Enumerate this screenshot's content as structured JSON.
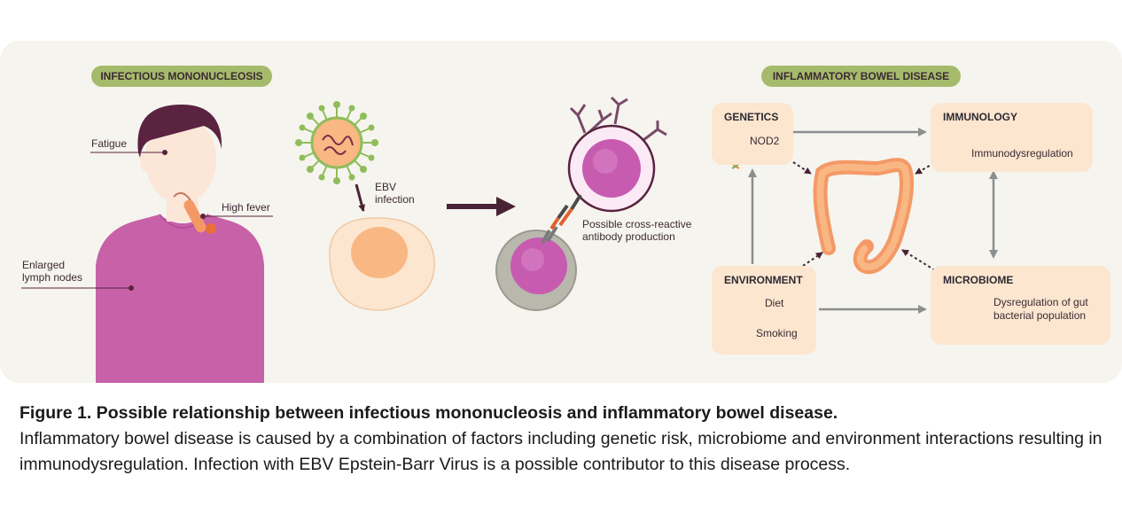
{
  "colors": {
    "panel_bg": "#f6f4ee",
    "pill_green": "#a5bb6b",
    "box_peach": "#fde6cf",
    "hair": "#5a2340",
    "shirt": "#c761a8",
    "skin": "#fbe6d8",
    "arrow_dark": "#4a2236",
    "arrow_gray": "#8a8f8f",
    "cell_orange": "#f8b783",
    "cell_pink": "#c75bb0"
  },
  "left": {
    "title": "INFECTIOUS MONONUCLEOSIS",
    "symptom_fatigue": "Fatigue",
    "symptom_fever": "High fever",
    "symptom_lymph": "Enlarged\nlymph nodes",
    "ebv_label": "EBV\ninfection",
    "antibody_label": "Possible cross-reactive\nantibody production"
  },
  "right": {
    "title": "INFLAMMATORY BOWEL DISEASE",
    "genetics": {
      "title": "GENETICS",
      "item": "NOD2",
      "icon": "dna-icon"
    },
    "immunology": {
      "title": "IMMUNOLOGY",
      "item": "Immunodysregulation",
      "icon": "immune-cell-icon"
    },
    "environment": {
      "title": "ENVIRONMENT",
      "item_diet": "Diet",
      "item_smoking": "Smoking",
      "icons": [
        "burger-icon",
        "cigarette-icon"
      ]
    },
    "microbiome": {
      "title": "MICROBIOME",
      "item": "Dysregulation of gut\nbacterial population",
      "icon": "bacteria-icon"
    },
    "center_icon": "colon-icon"
  },
  "caption": {
    "title": "Figure 1. Possible relationship between infectious mononucleosis and inflammatory bowel  disease.",
    "body": "Inflammatory bowel disease is caused by a combination of factors including genetic risk, microbiome and environment interactions resulting in immunodysregulation. Infection with EBV Epstein-Barr Virus is a possible contributor to this disease process."
  }
}
